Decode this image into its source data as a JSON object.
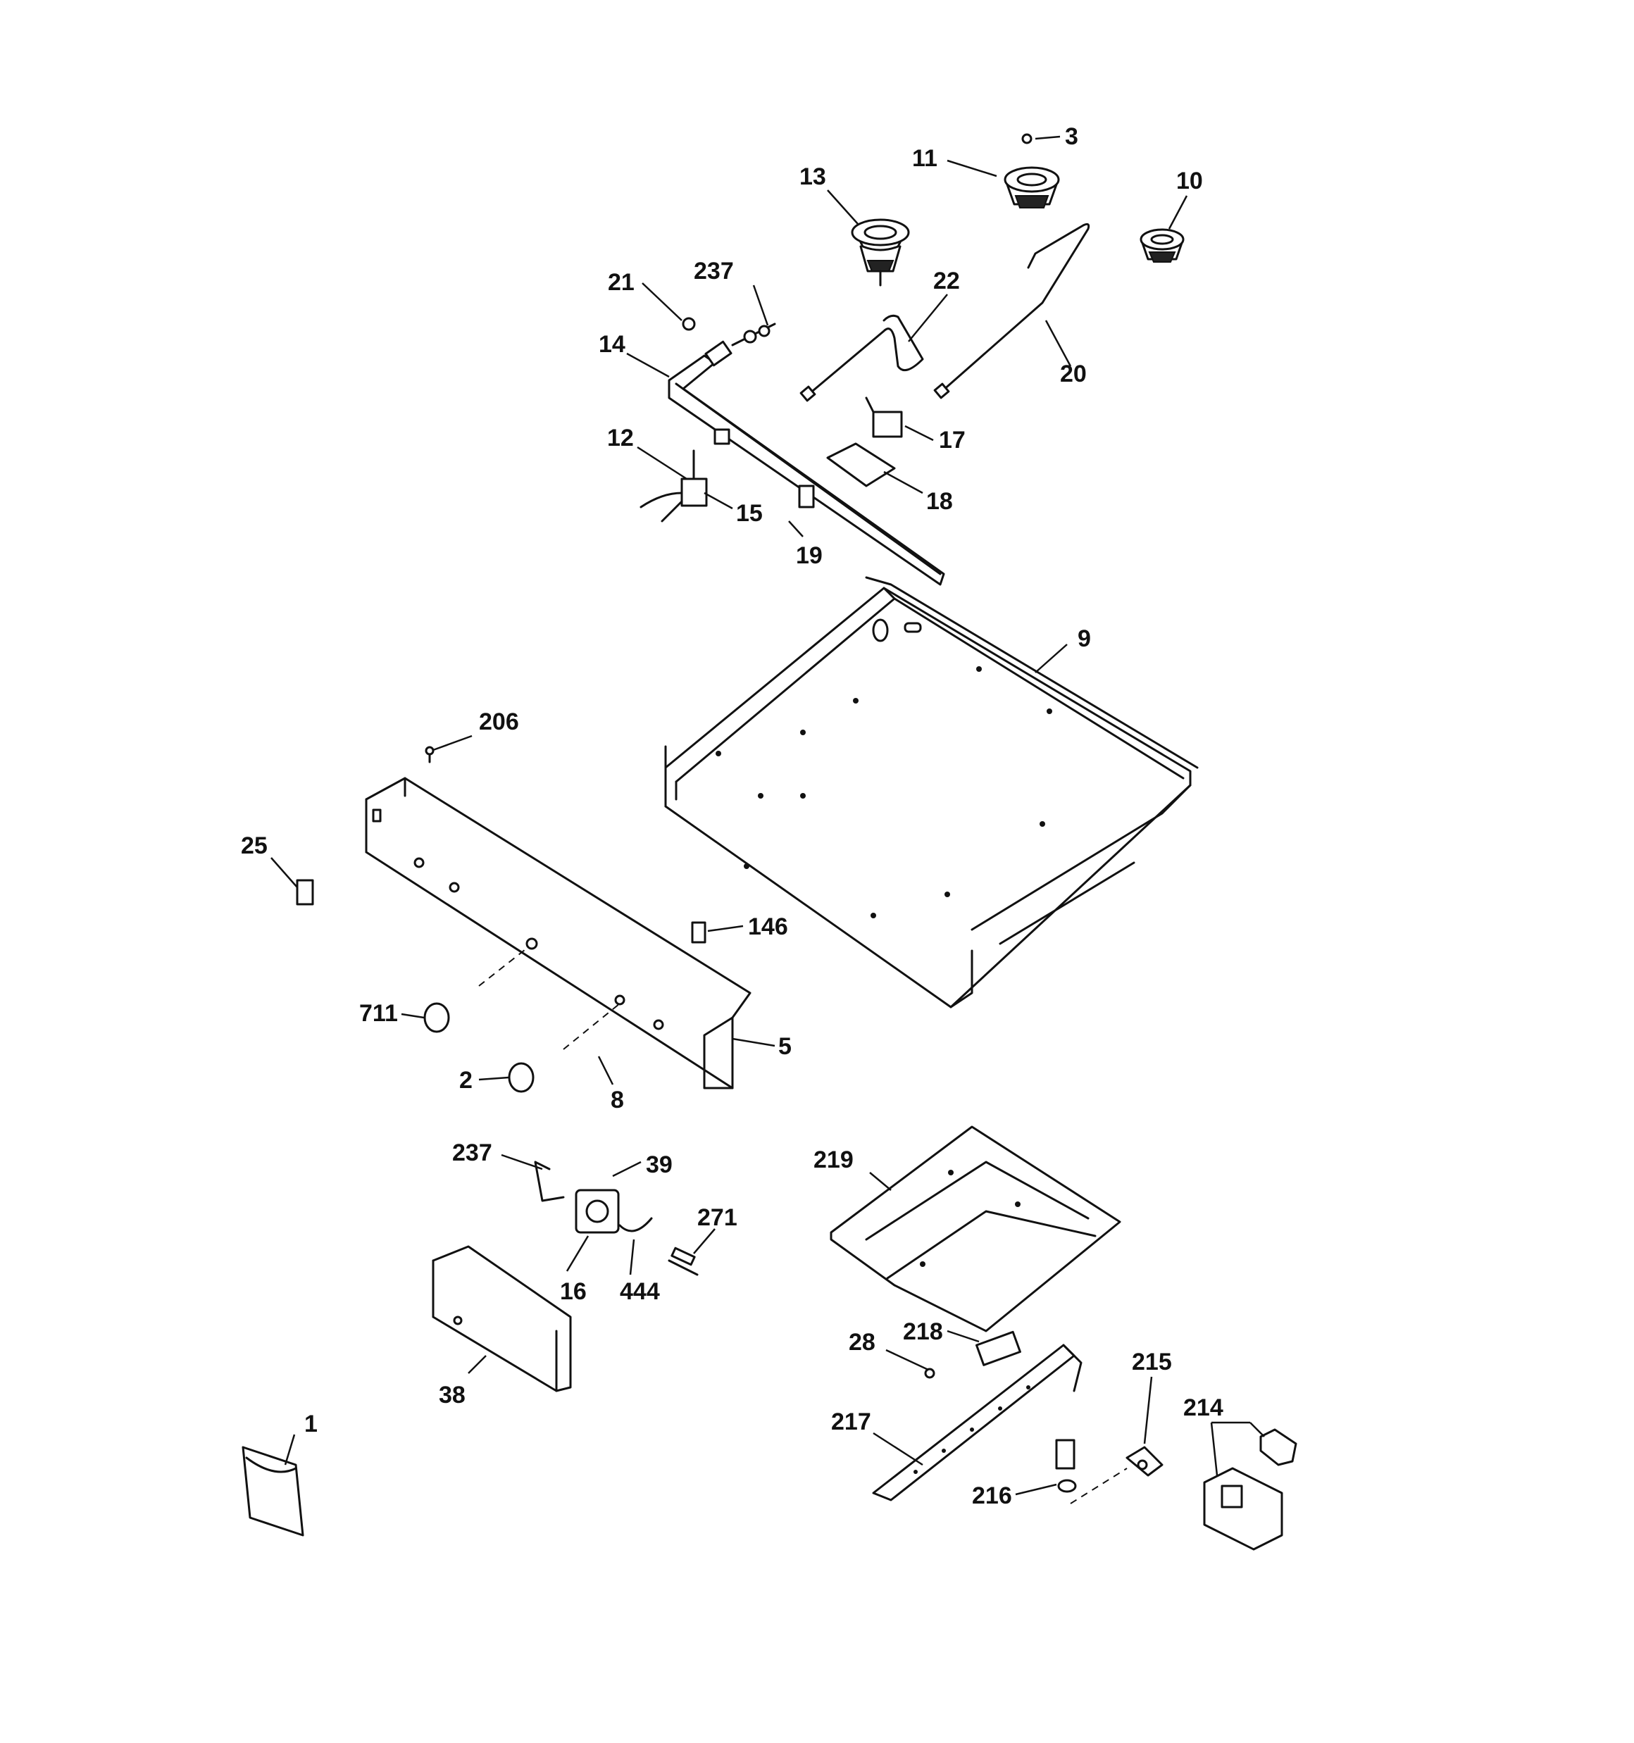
{
  "callouts": {
    "c1": "1",
    "c2": "2",
    "c3": "3",
    "c5": "5",
    "c8": "8",
    "c9": "9",
    "c10": "10",
    "c11": "11",
    "c12": "12",
    "c13": "13",
    "c14": "14",
    "c15": "15",
    "c16": "16",
    "c17": "17",
    "c18": "18",
    "c19": "19",
    "c20": "20",
    "c21": "21",
    "c22": "22",
    "c25": "25",
    "c28": "28",
    "c38": "38",
    "c39": "39",
    "c146": "146",
    "c206": "206",
    "c214": "214",
    "c215": "215",
    "c216": "216",
    "c217": "217",
    "c218": "218",
    "c219": "219",
    "c237a": "237",
    "c237b": "237",
    "c271": "271",
    "c444": "444",
    "c711": "711"
  }
}
